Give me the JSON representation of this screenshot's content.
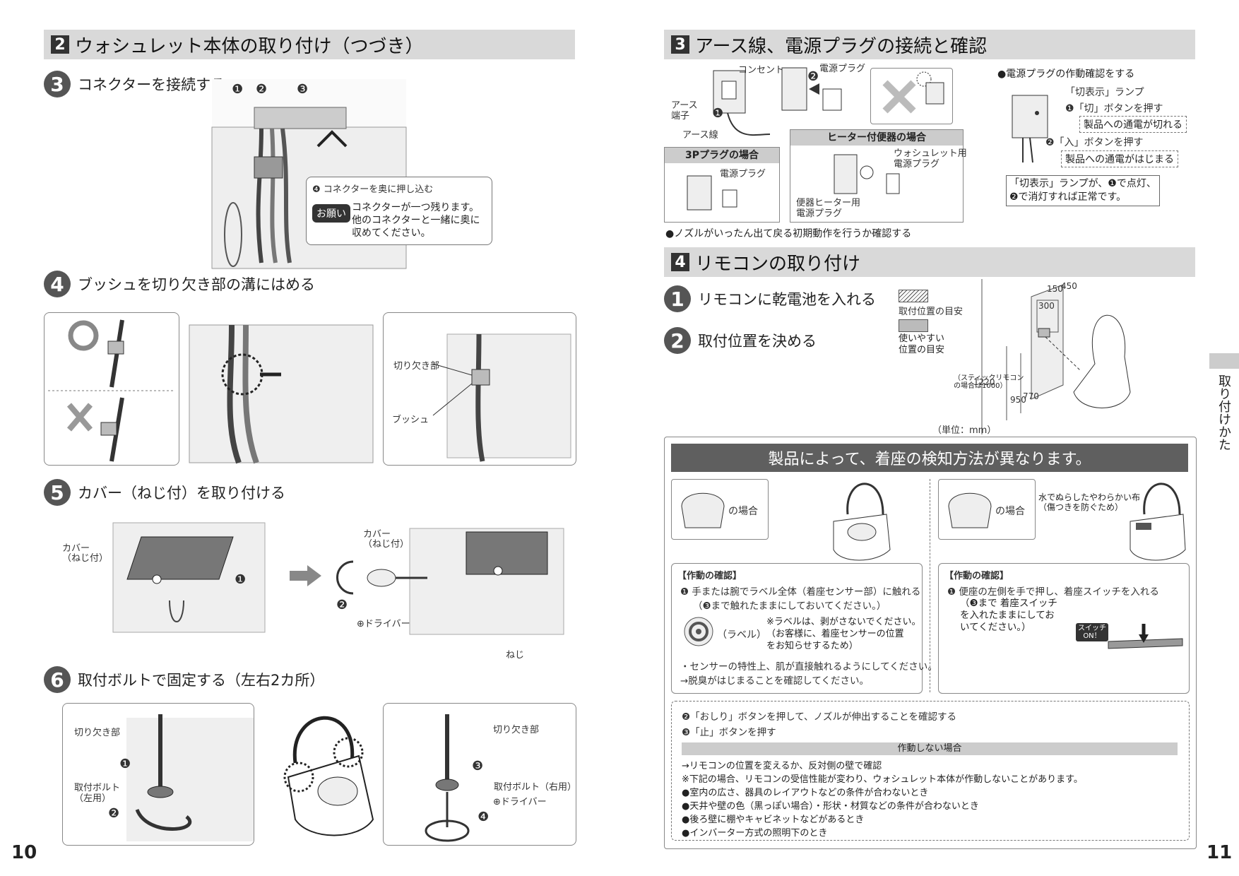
{
  "left": {
    "section2": {
      "num": "2",
      "title": "ウォシュレット本体の取り付け（つづき）"
    },
    "step3": {
      "num": "3",
      "text": "コネクターを接続する",
      "markers": [
        "❶",
        "❷",
        "❸"
      ],
      "callout_step": "❹ コネクターを奥に押し込む",
      "badge": "お願い",
      "note_lines": [
        "コネクターが一つ残ります。",
        "他のコネクターと一緒に奥に",
        "収めてください。"
      ]
    },
    "step4": {
      "num": "4",
      "text": "ブッシュを切り欠き部の溝にはめる",
      "label_cut": "切り欠き部",
      "label_bush": "ブッシュ"
    },
    "step5": {
      "num": "5",
      "text": "カバー（ねじ付）を取り付ける",
      "label_cover_a": "カバー\n（ねじ付）",
      "label_cover_b": "カバー\n（ねじ付）",
      "label_driver": "⊕ドライバー",
      "label_screw": "ねじ",
      "mark1": "❶",
      "mark2": "❷"
    },
    "step6": {
      "num": "6",
      "text": "取付ボルトで固定する（左右2カ所）",
      "label_cut_l": "切り欠き部",
      "label_bolt_l": "取付ボルト\n（左用）",
      "label_cut_r": "切り欠き部",
      "label_bolt_r": "取付ボルト（右用）",
      "label_driver": "⊕ドライバー",
      "m1": "❶",
      "m2": "❷",
      "m3": "❸",
      "m4": "❹"
    },
    "page_number": "10"
  },
  "right": {
    "section3": {
      "num": "3",
      "title": "アース線、電源プラグの接続と確認",
      "label_outlet": "コンセント",
      "label_earth_terminal": "アース\n端子",
      "label_earth_wire": "アース線",
      "label_plug": "電源プラグ",
      "m1": "❶",
      "m2": "❷",
      "box_3p_title": "3Pプラグの場合",
      "box_3p_plug": "電源プラグ",
      "box_heater_title": "ヒーター付便器の場合",
      "box_heater_washlet": "ウォシュレット用\n電源プラグ",
      "box_heater_seat": "便器ヒーター用\n電源プラグ",
      "check_title": "●電源プラグの作動確認をする",
      "check_lamp": "「切表示」ランプ",
      "check_off": "❶「切」ボタンを押す",
      "check_off_result": "製品への通電が切れる",
      "check_on": "❷「入」ボタンを押す",
      "check_on_result": "製品への通電がはじまる",
      "check_note": "「切表示」ランプが、❶で点灯、\n❷で消灯すれば正常です。",
      "nozzle_note": "●ノズルがいったん出て戻る初期動作を行うか確認する"
    },
    "section4": {
      "num": "4",
      "title": "リモコンの取り付け",
      "step1": "リモコンに乾電池を入れる",
      "step2": "取付位置を決める",
      "legend_hatch": "取付位置の目安",
      "legend_grey": "使いやすい\n位置の目安",
      "dims": [
        "150",
        "450",
        "300",
        "1220",
        "（スティックリモコン\nの場合は1000）",
        "950",
        "770"
      ],
      "unit": "（単位：mm）"
    },
    "sensor": {
      "header": "製品によって、着座の検知方法が異なります。",
      "case_label": "の場合",
      "case_label_b": "の場合",
      "cloth_note": "水でぬらしたやわらかい布\n（傷つきを防ぐため）",
      "left_title": "【作動の確認】",
      "left_1": "❶ 手または腕でラベル全体（着座センサー部）に触れる",
      "left_1b": "（❸まで触れたままにしておいてください。）",
      "label_word": "（ラベル）",
      "left_note": "※ラベルは、剥がさないでください。\n（お客様に、着座センサーの位置\nをお知らせするため）",
      "left_2": "・センサーの特性上、肌が直接触れるようにしてください。",
      "left_3": "→脱臭がはじまることを確認してください。",
      "right_title": "【作動の確認】",
      "right_1": "❶ 便座の左側を手で押し、着座スイッチを入れる",
      "right_1b": "（❸まで 着座スイッチ\nを入れたままにしてお\nいてください。）",
      "switch_badge": "スイッチ\nON！",
      "step2": "❷「おしり」ボタンを押して、ノズルが伸出することを確認する",
      "step3": "❸「止」ボタンを押す",
      "fail_header": "作動しない場合",
      "fail_lines": [
        "→リモコンの位置を変えるか、反対側の壁で確認",
        "※下記の場合、リモコンの受信性能が変わり、ウォシュレット本体が作動しないことがあります。",
        "●室内の広さ、器具のレイアウトなどの条件が合わないとき",
        "●天井や壁の色（黒っぽい場合）・形状・材質などの条件が合わないとき",
        "●後ろ壁に棚やキャビネットなどがあるとき",
        "●インバーター方式の照明下のとき"
      ]
    },
    "side_tab": "取り付けかた",
    "page_number": "11"
  }
}
